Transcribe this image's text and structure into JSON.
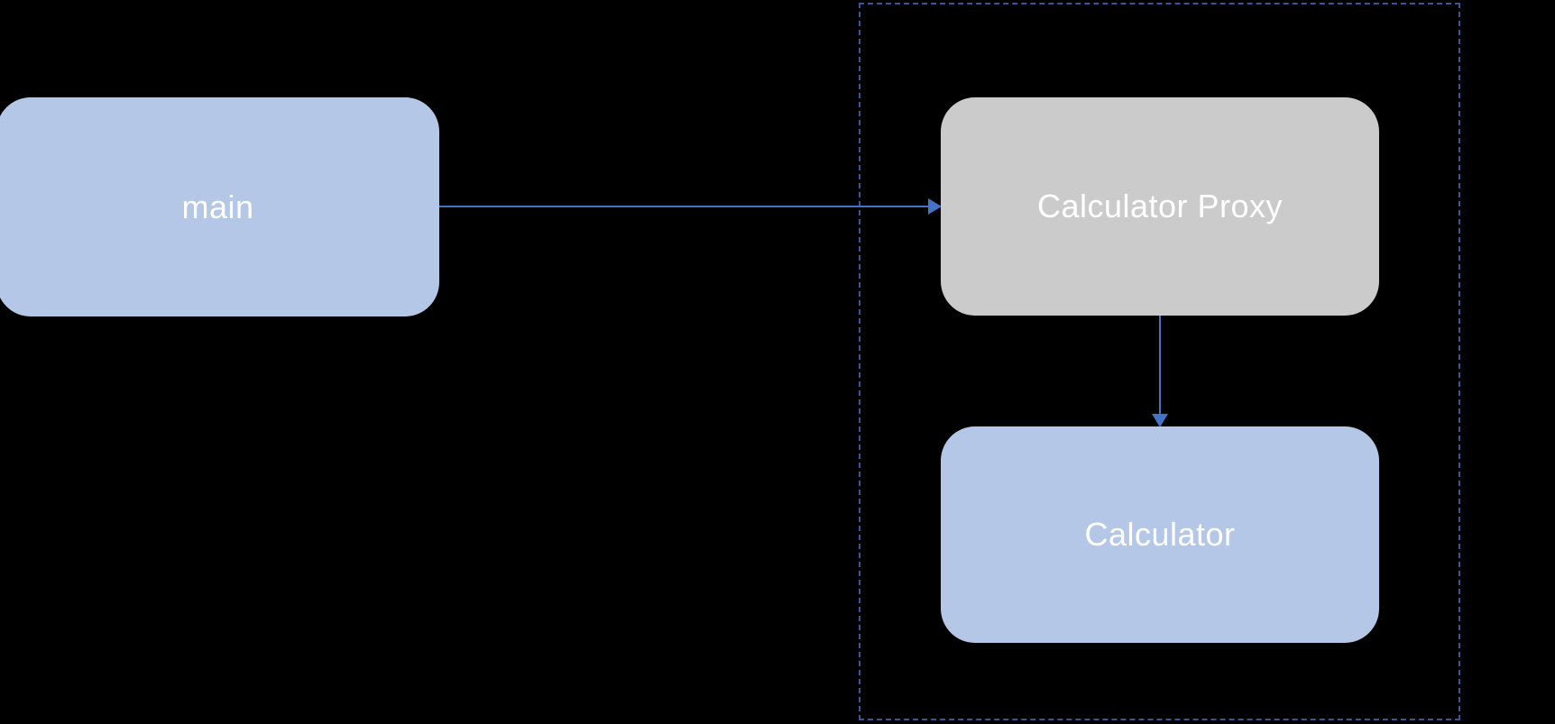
{
  "diagram": {
    "background_color": "#000000",
    "container": {
      "description": "dashed boundary box enclosing proxy and calculator nodes",
      "border_color": "#3A559B",
      "border_style": "dashed"
    },
    "nodes": {
      "main": {
        "label": "main",
        "fill": "#B4C7E7",
        "text_color": "#FFFFFF",
        "shape": "rounded-rectangle"
      },
      "proxy": {
        "label": "Calculator Proxy",
        "fill": "#CBCBCB",
        "text_color": "#FFFFFF",
        "shape": "rounded-rectangle"
      },
      "calculator": {
        "label": "Calculator",
        "fill": "#B4C7E7",
        "text_color": "#FFFFFF",
        "shape": "rounded-rectangle"
      }
    },
    "edges": {
      "main_to_proxy": {
        "from": "main",
        "to": "Calculator Proxy",
        "color": "#4472C4",
        "direction": "right"
      },
      "proxy_to_calculator": {
        "from": "Calculator Proxy",
        "to": "Calculator",
        "color": "#4472C4",
        "direction": "down"
      }
    }
  }
}
